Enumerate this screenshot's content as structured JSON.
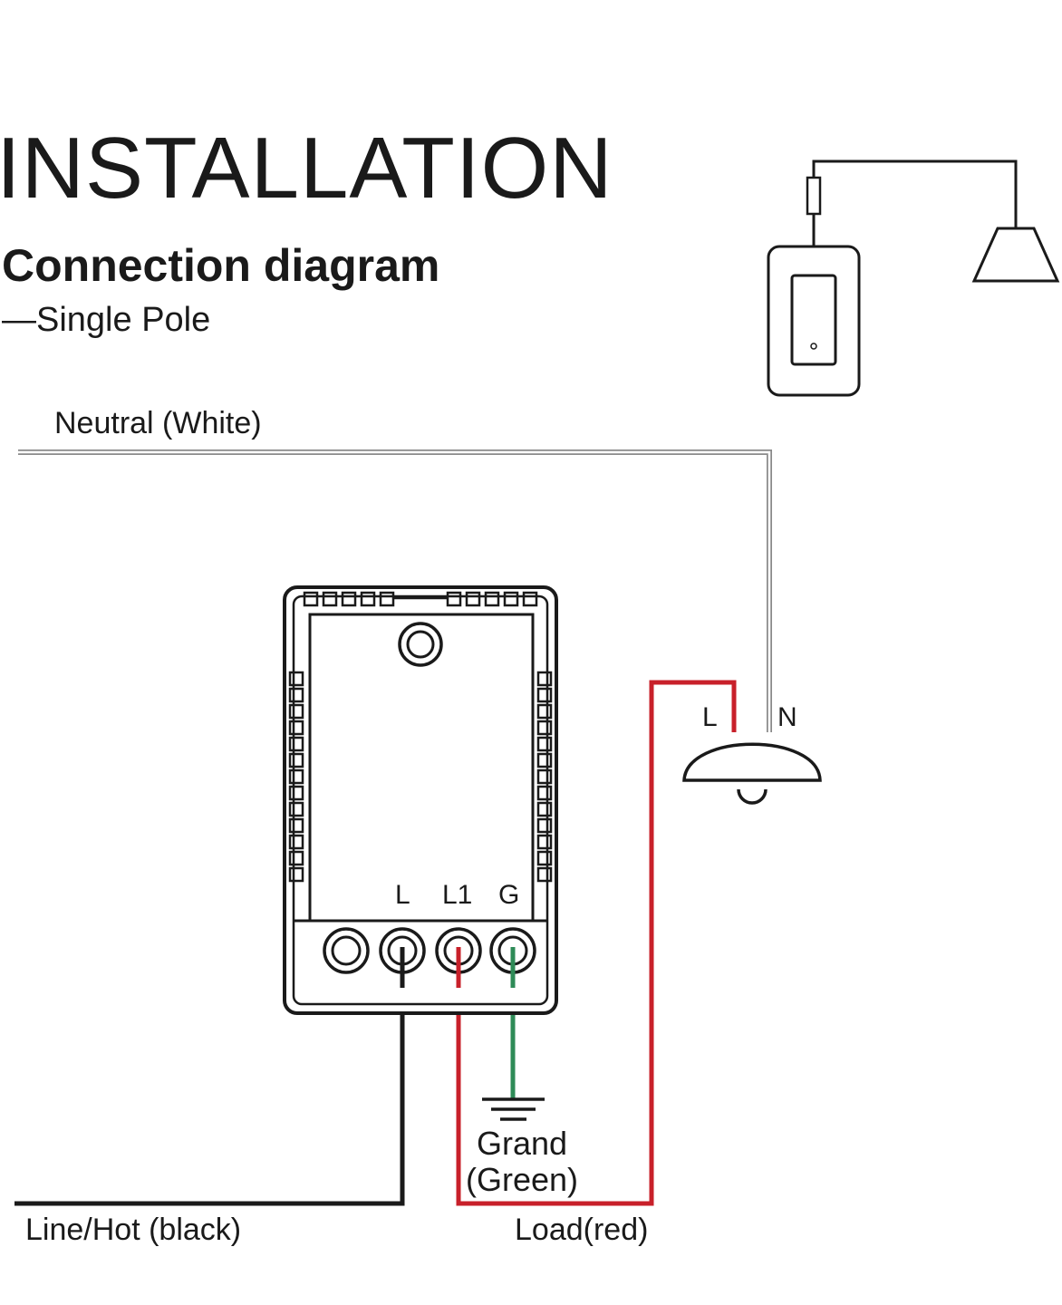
{
  "heading": {
    "title": "INSTALLATION",
    "subtitle": "Connection diagram",
    "variant": "—Single Pole"
  },
  "wires": {
    "neutral": {
      "label": "Neutral (White)",
      "color": "#e6e6e6"
    },
    "line": {
      "label": "Line/Hot (black)",
      "color": "#1a1a1a"
    },
    "load": {
      "label": "Load(red)",
      "color": "#c8202a"
    },
    "ground": {
      "label_line1": "Grand",
      "label_line2": "(Green)",
      "color": "#2e8b57"
    }
  },
  "module": {
    "terminals": [
      "L",
      "L1",
      "G"
    ]
  },
  "lamp": {
    "terminals": [
      "L",
      "N"
    ]
  },
  "icons": [
    "wall-switch-icon",
    "ceiling-lamp-icon",
    "ground-symbol-icon",
    "pendant-lamp-icon"
  ]
}
